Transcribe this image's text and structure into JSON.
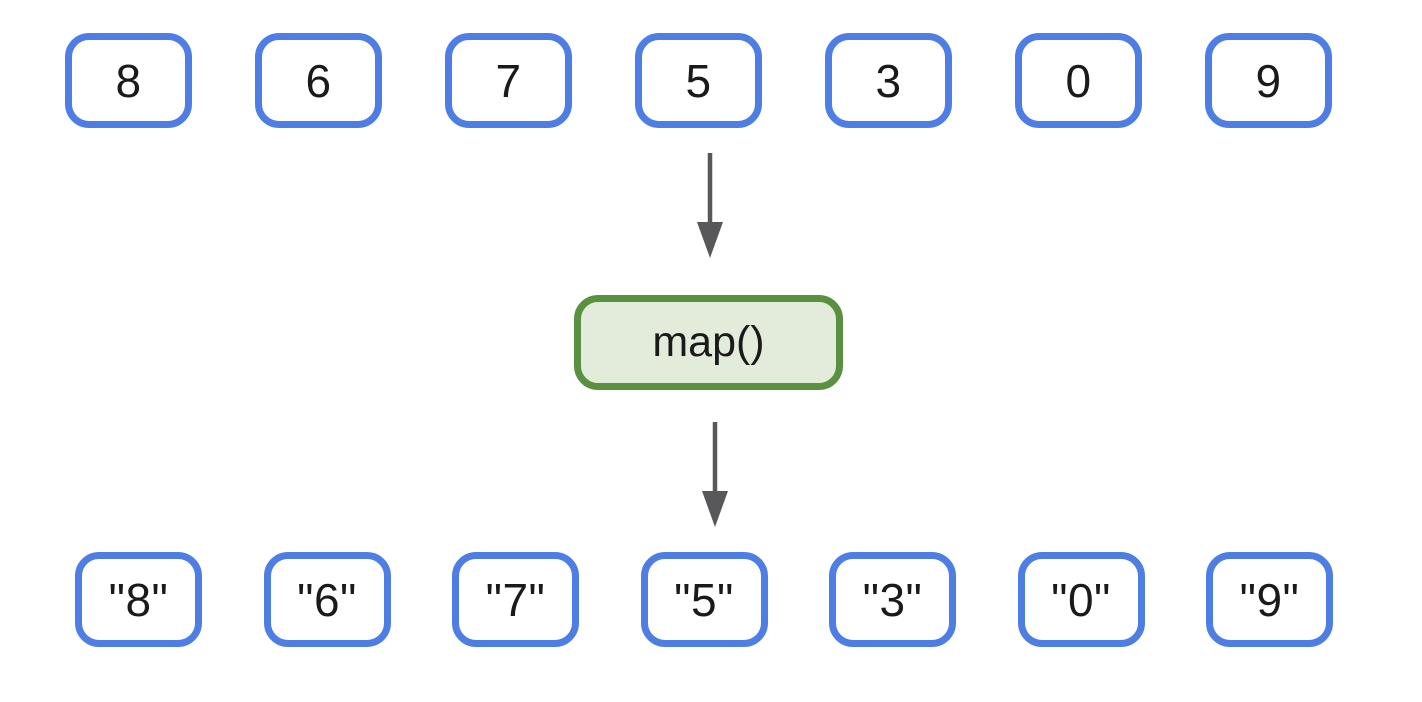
{
  "diagram": {
    "input_row": {
      "values": [
        "8",
        "6",
        "7",
        "5",
        "3",
        "0",
        "9"
      ]
    },
    "function_box": {
      "label": "map()"
    },
    "output_row": {
      "values": [
        "\"8\"",
        "\"6\"",
        "\"7\"",
        "\"5\"",
        "\"3\"",
        "\"0\"",
        "\"9\""
      ]
    },
    "colors": {
      "background": "#FFFFFF",
      "box_border": "#4E7EE3",
      "map_border": "#5A9140",
      "map_fill": "#E3EBDA",
      "arrow": "#58585A",
      "text": "#1A1A1A"
    }
  }
}
